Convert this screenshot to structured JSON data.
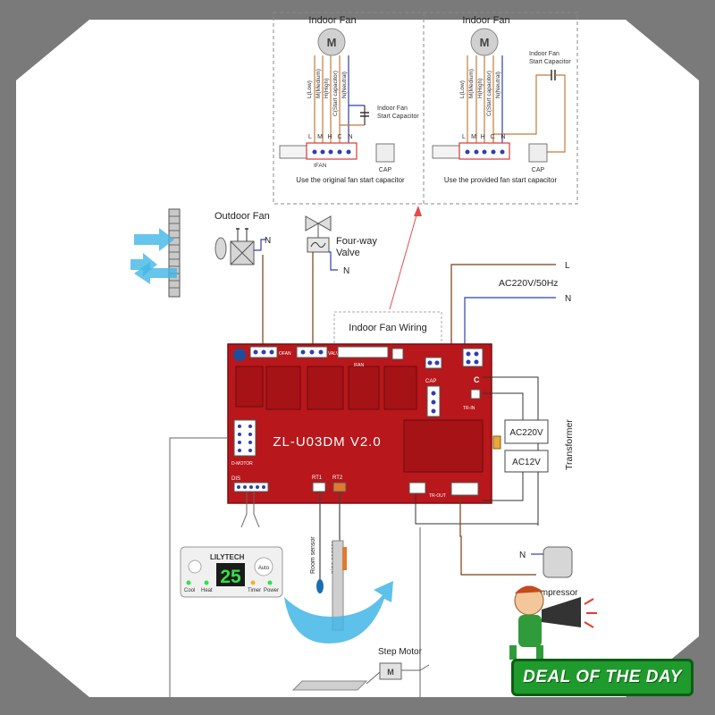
{
  "indoor_panels": {
    "left": {
      "title": "Indoor Fan",
      "motor_symbol": "M",
      "wire_labels": [
        "L(Low)",
        "M(Medium)",
        "H(High)",
        "C(Start capacitor)",
        "N(Neutral)"
      ],
      "cap_label_line1": "Indoor Fan",
      "cap_label_line2": "Start Capacitor",
      "terminal_pins": [
        "L",
        "M",
        "H",
        "C",
        "N"
      ],
      "terminal_name": "IFAN",
      "cap_terminal": "CAP",
      "caption": "Use the original fan start capacitor"
    },
    "right": {
      "title": "Indoor Fan",
      "motor_symbol": "M",
      "wire_labels": [
        "L(Low)",
        "M(Medium)",
        "H(High)",
        "C(Start capacitor)",
        "N(Neutral)"
      ],
      "cap_label_line1": "Indoor Fan",
      "cap_label_line2": "Start Capacitor",
      "terminal_pins": [
        "L",
        "M",
        "H",
        "C",
        "N"
      ],
      "cap_terminal": "CAP",
      "caption": "Use the provided fan start capacitor"
    }
  },
  "components": {
    "outdoor_fan": "Outdoor Fan",
    "four_way_valve_line1": "Four-way",
    "four_way_valve_line2": "Valve",
    "neutral": "N",
    "line": "L",
    "power": "AC220V/50Hz",
    "indoor_fan_wiring": "Indoor Fan Wiring",
    "transformer": "Transformer",
    "ac220v": "AC220V",
    "ac12v": "AC12V",
    "compressor": "Compressor",
    "room_sensor": "Room sensor",
    "pipe_sensor": "pipe sensor",
    "step_motor": "Step Motor"
  },
  "board": {
    "name": "ZL-U03DM V2.0",
    "ofan": "OFAN",
    "valve": "VALVE",
    "ifan": "IFAN",
    "cap": "CAP",
    "c": "C",
    "trin": "TR-IN",
    "trout": "TR-OUT",
    "dmotor": "D-MOTOR",
    "dis": "DIS",
    "rt1": "RT1",
    "rt2": "RT2",
    "color": "#b8171b"
  },
  "controller": {
    "brand": "LILYTECH",
    "display": "25",
    "auto": "Auto",
    "cool": "Cool",
    "heat": "Heat",
    "timer": "Timer",
    "power": "Power"
  },
  "badge": {
    "text": "DEAL OF THE DAY"
  }
}
